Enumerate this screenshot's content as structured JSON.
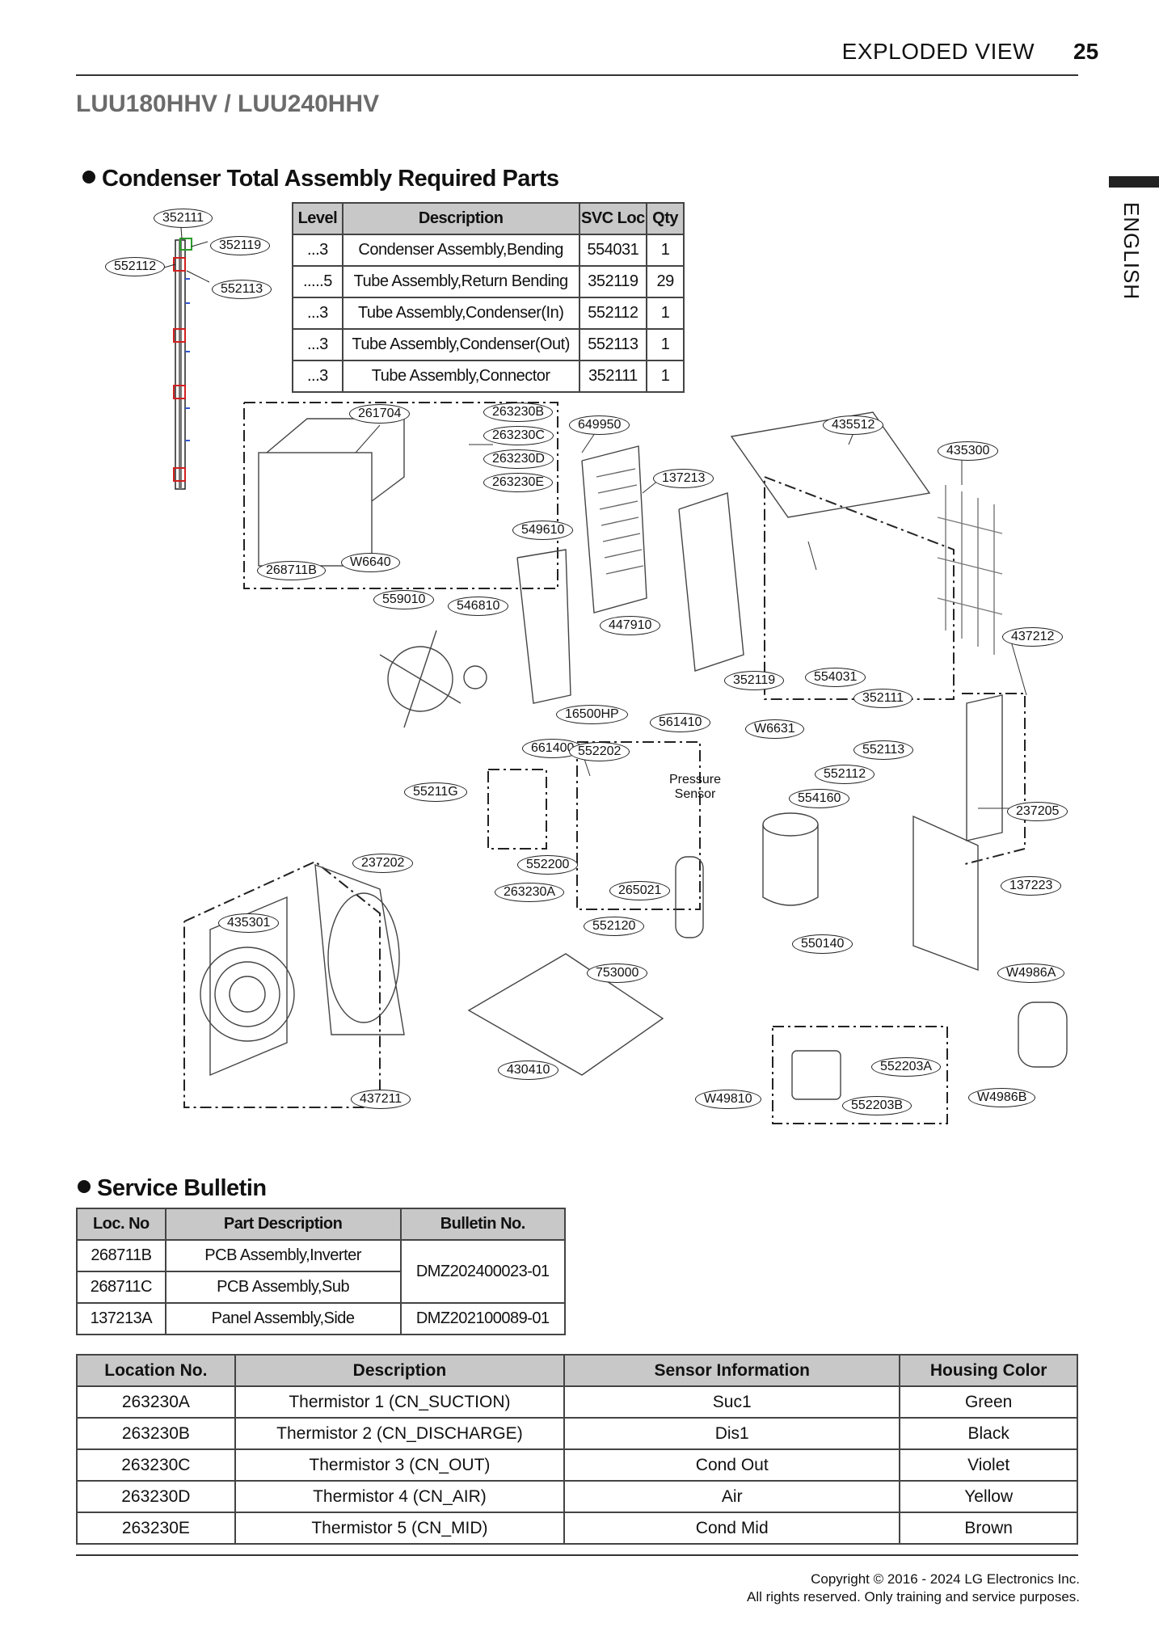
{
  "header": {
    "title": "EXPLODED VIEW",
    "page_number": "25"
  },
  "model": "LUU180HHV / LUU240HHV",
  "language_tab": "ENGLISH",
  "condenser_section": {
    "title": "Condenser Total Assembly Required Parts",
    "columns": [
      "Level",
      "Description",
      "SVC Loc",
      "Qty"
    ],
    "rows": [
      [
        "...3",
        "Condenser Assembly,Bending",
        "554031",
        "1"
      ],
      [
        ".....5",
        "Tube Assembly,Return Bending",
        "352119",
        "29"
      ],
      [
        "...3",
        "Tube Assembly,Condenser(In)",
        "552112",
        "1"
      ],
      [
        "...3",
        "Tube Assembly,Condenser(Out)",
        "552113",
        "1"
      ],
      [
        "...3",
        "Tube Assembly,Connector",
        "352111",
        "1"
      ]
    ]
  },
  "coil_callouts": [
    "352111",
    "352119",
    "552112",
    "552113"
  ],
  "diagram_callouts": [
    "261704",
    "263230B",
    "263230C",
    "263230D",
    "263230E",
    "649950",
    "435512",
    "435300",
    "137213",
    "549610",
    "268711B",
    "W6640",
    "559010",
    "546810",
    "447910",
    "352119",
    "554031",
    "352111",
    "437212",
    "16500HP",
    "561410",
    "W6631",
    "661400",
    "552202",
    "552113",
    "552112",
    "55211G",
    "554160",
    "237205",
    "237202",
    "552200",
    "263230A",
    "265021",
    "137223",
    "435301",
    "552120",
    "550140",
    "753000",
    "W4986A",
    "430410",
    "552203A",
    "W49810",
    "552203B",
    "W4986B",
    "437211"
  ],
  "diagram_labels": {
    "pressure_sensor": "Pressure\nSensor"
  },
  "service_bulletin": {
    "title": "Service Bulletin",
    "columns": [
      "Loc. No",
      "Part Description",
      "Bulletin No."
    ],
    "rows": [
      {
        "loc": "268711B",
        "desc": "PCB Assembly,Inverter"
      },
      {
        "loc": "268711C",
        "desc": "PCB Assembly,Sub"
      },
      {
        "loc": "137213A",
        "desc": "Panel Assembly,Side"
      }
    ],
    "bulletins": [
      "DMZ202400023-01",
      "DMZ202100089-01"
    ]
  },
  "thermistor_table": {
    "columns": [
      "Location No.",
      "Description",
      "Sensor Information",
      "Housing Color"
    ],
    "rows": [
      [
        "263230A",
        "Thermistor 1 (CN_SUCTION)",
        "Suc1",
        "Green"
      ],
      [
        "263230B",
        "Thermistor 2 (CN_DISCHARGE)",
        "Dis1",
        "Black"
      ],
      [
        "263230C",
        "Thermistor 3 (CN_OUT)",
        "Cond Out",
        "Violet"
      ],
      [
        "263230D",
        "Thermistor 4 (CN_AIR)",
        "Air",
        "Yellow"
      ],
      [
        "263230E",
        "Thermistor 5 (CN_MID)",
        "Cond Mid",
        "Brown"
      ]
    ]
  },
  "footer": {
    "line1": "Copyright © 2016 - 2024 LG Electronics Inc.",
    "line2": "All rights reserved. Only training and service purposes."
  }
}
